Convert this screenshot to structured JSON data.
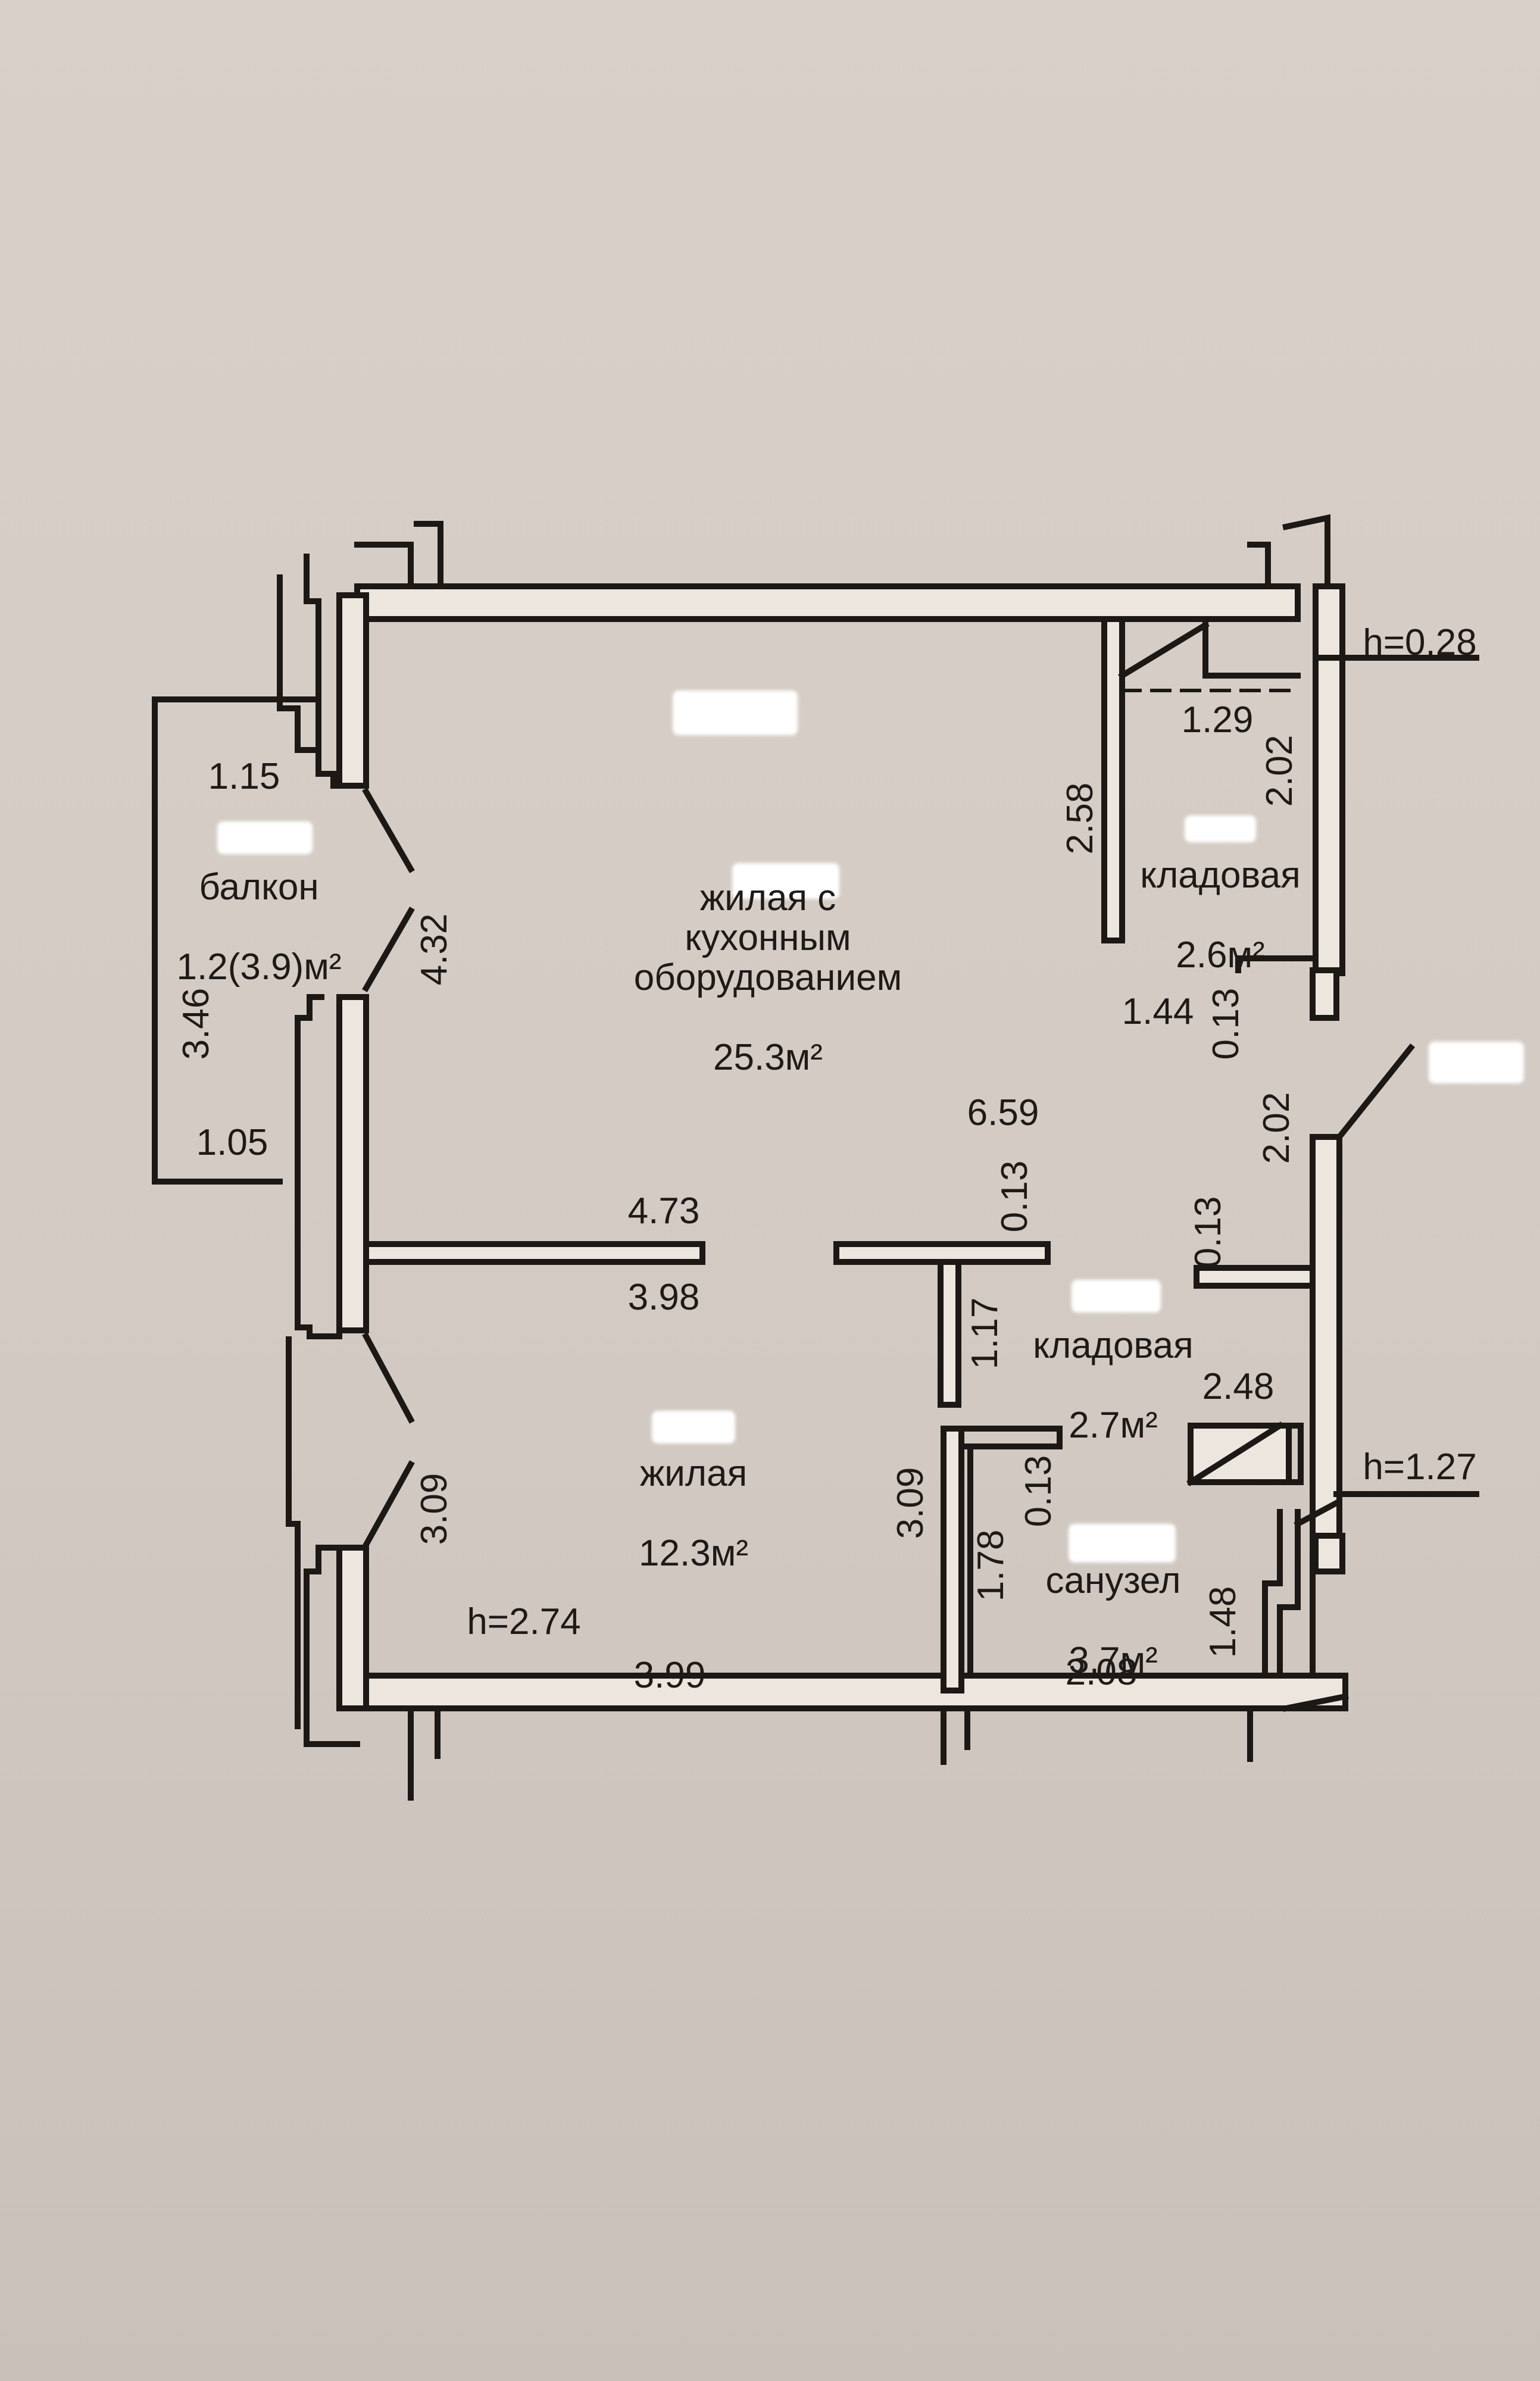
{
  "plan": {
    "ceiling_height": "h=2.74",
    "rooms": {
      "living_kitchen": {
        "name": "жилая с\nкухонным\nоборудованием",
        "area": "25.3м²"
      },
      "living": {
        "name": "жилая",
        "area": "12.3м²"
      },
      "balcony": {
        "name": "балкон",
        "area": "1.2(3.9)м²"
      },
      "storage_top": {
        "name": "кладовая",
        "area": "2.6м²"
      },
      "storage_mid": {
        "name": "кладовая",
        "area": "2.7м²"
      },
      "bathroom": {
        "name": "санузел",
        "area": "3.7м²"
      }
    },
    "heights": {
      "top_right": "h=0.28",
      "bath_right": "h=1.27"
    },
    "dimensions": {
      "balcony_top": "1.15",
      "balcony_side": "3.46",
      "balcony_bottom": "1.05",
      "window_upper": "4.32",
      "window_lower": "3.09",
      "partition_top": "4.73",
      "partition_bottom": "3.98",
      "floor_width": "3.99",
      "room_width": "6.59",
      "storage_top_width": "1.29",
      "storage_top_height": "2.58",
      "storage_top_depth": "2.02",
      "storage_top_inner": "1.44",
      "storage_top_wall": "0.13",
      "corridor_right": "2.02",
      "partition_wall_a": "0.13",
      "partition_wall_b": "0.13",
      "storage_mid_height": "1.17",
      "storage_mid_width": "2.48",
      "bath_wall": "0.13",
      "bath_left_height": "3.09",
      "bath_inner_height": "1.78",
      "bath_width": "2.08",
      "bath_right_height": "1.48"
    }
  }
}
